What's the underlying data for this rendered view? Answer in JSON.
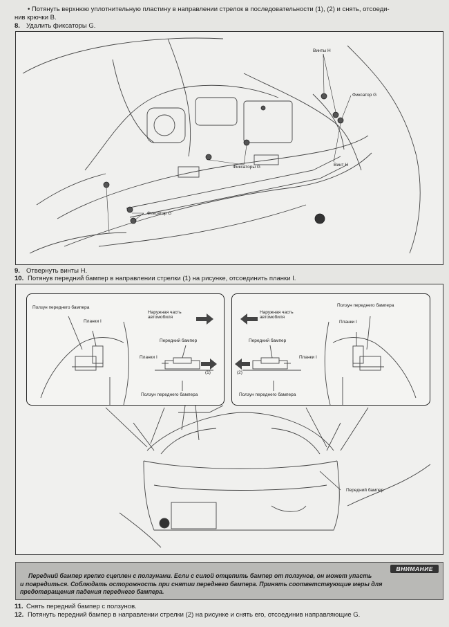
{
  "steps": {
    "bullet_line1": "•  Потянуть верхнюю уплотнительную пластину в направлении стрелок в последовательности (1), (2) и снять, отсоеди-",
    "bullet_line2": "нив крючки B.",
    "step8_num": "8.",
    "step8_text": "Удалить фиксаторы G.",
    "step9_num": "9.",
    "step9_text": "Отвернуть винты H.",
    "step10_num": "10.",
    "step10_text": "Потянув передний бампер в направлении стрелки (1) на рисунке, отсоединить планки I.",
    "step11_num": "11.",
    "step11_text": "Снять передний бампер с ползунов.",
    "step12_num": "12.",
    "step12_text": "Потянуть передний бампер в направлении стрелки (2) на рисунке и снять его, отсоединив направляющие G."
  },
  "figure1": {
    "label_screws_top": "Винты H",
    "label_clip_g_right": "Фиксатор G",
    "label_clips_g": "Фиксаторы G",
    "label_screw_h": "Винт H",
    "label_clip_g_left": "Фиксатор G"
  },
  "figure2": {
    "left": {
      "slider_title": "Ползун переднего бампера",
      "strips": "Планки I",
      "outside_line1": "Наружная часть",
      "outside_line2": "автомобиля",
      "bumper": "Передний бампер",
      "strips_mid": "Планки I",
      "arrow_num": "(1)",
      "slider_bottom": "Ползун переднего бампера"
    },
    "right": {
      "outside_line1": "Наружная часть",
      "outside_line2": "автомобиля",
      "slider_title": "Ползун переднего бампера",
      "strips": "Планки I",
      "bumper": "Передний бампер",
      "arrow_num": "(2)",
      "strips_mid": "Планки I",
      "slider_bottom": "Ползун переднего бампера"
    },
    "front_bumper": "Передний бампер"
  },
  "warning": {
    "header": "ВНИМАНИЕ",
    "line1": "Передний бампер крепко сцеплен с ползунами. Если с силой отцепить бампер от ползунов, он может упасть",
    "line2": "и повредиться. Соблюдать осторожность при снятии переднего бампера. Принять соответствующие меры для",
    "line3": "предотвращения падения переднего бампера."
  }
}
